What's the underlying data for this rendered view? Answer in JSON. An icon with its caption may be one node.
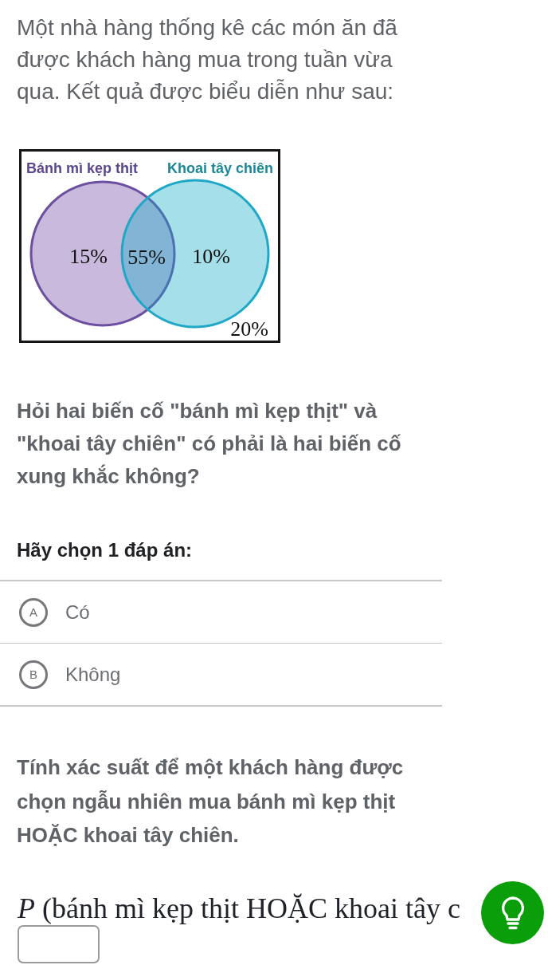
{
  "diagram": {
    "nodes": [
      {
        "text": [
          "20%"
        ]
      },
      {
        "text": [
          "Bánh mì kẹp thịt",
          "15%"
        ],
        "in": 0
      },
      {
        "text": [
          "Khoai tây chiên",
          "10%"
        ],
        "in": 0
      }
    ],
    "labels": [
      "Một nhà hàng thống kê các món ăn đã được khách hàng mua trong tuần vừa qua. Kết quả được biểu diễn như sau:",
      "55%",
      "Hỏi hai biến cố \"bánh mì kẹp thịt\" và \"khoai tây chiên\" có phải là hai biến cố xung khắc không?",
      "Hãy chọn 1 đáp án:",
      "A",
      "Có",
      "B",
      "Không",
      "Tính xác suất để một khách hàng được chọn ngẫu nhiên mua bánh mì kẹp thịt HOẶC khoai tây chiên.",
      "*P* (bánh mì kẹp thịt HOẶC khoai tây c"
    ]
  }
}
